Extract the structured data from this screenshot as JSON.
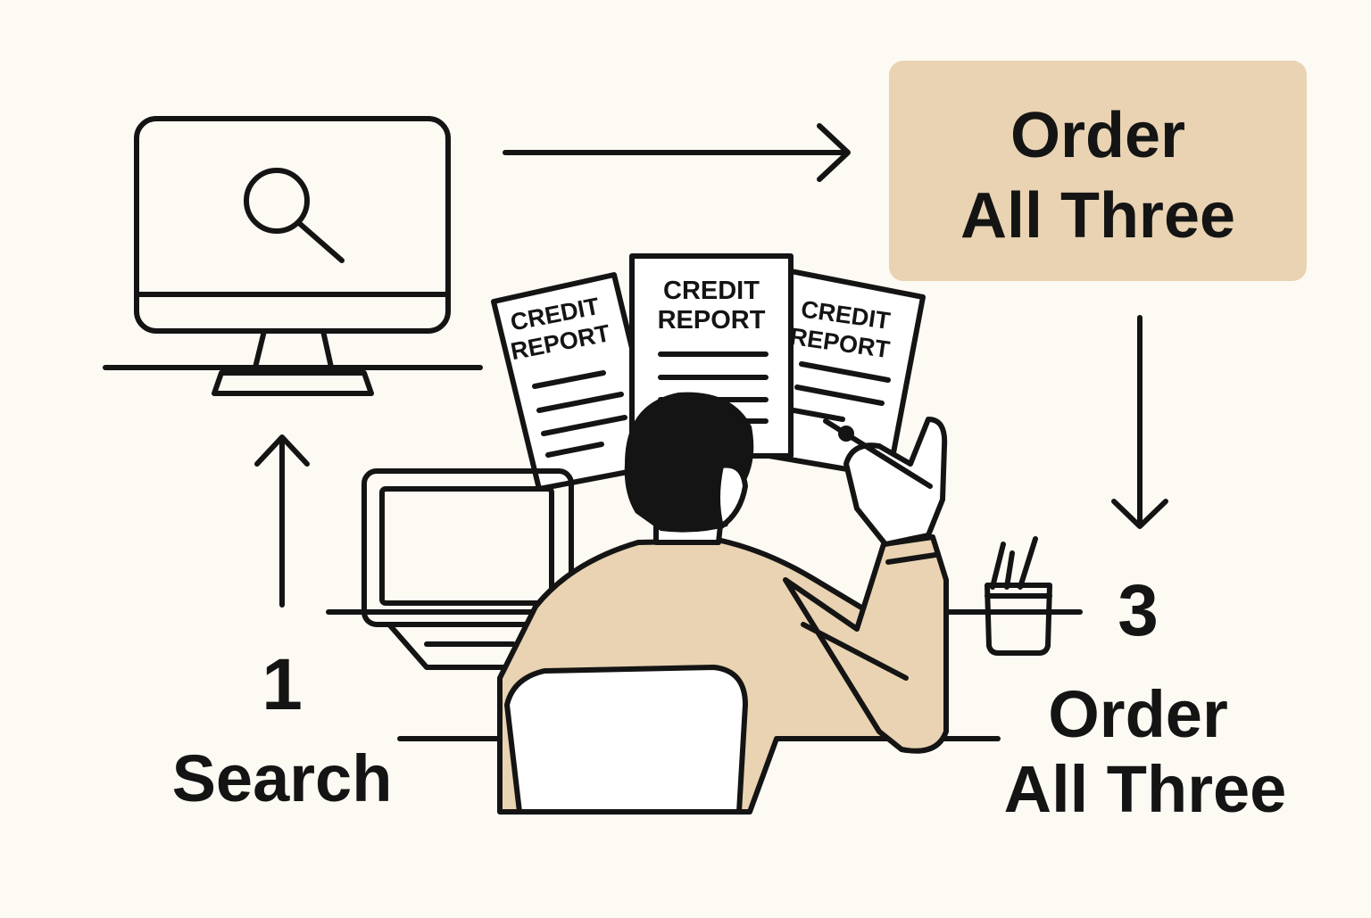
{
  "colors": {
    "background": "#fdfaf3",
    "ink": "#141414",
    "accent_beige": "#e9d3b2",
    "paper": "#ffffff"
  },
  "steps": [
    {
      "number": "1",
      "label": "Search",
      "icon": "monitor-search-icon"
    },
    {
      "number": "3",
      "label_line1": "Order",
      "label_line2": "All Three",
      "icon": "pen-cup-icon"
    }
  ],
  "highlight_box": {
    "line1": "Order",
    "line2": "All Three"
  },
  "documents": [
    {
      "line1": "CREDIT",
      "line2": "REPORT"
    },
    {
      "line1": "CREDIT",
      "line2": "REPORT"
    },
    {
      "line1": "CREDIT",
      "line2": "REPORT"
    }
  ],
  "flow": [
    "step-1-to-monitor",
    "monitor-to-order-box",
    "order-box-to-step-3"
  ]
}
